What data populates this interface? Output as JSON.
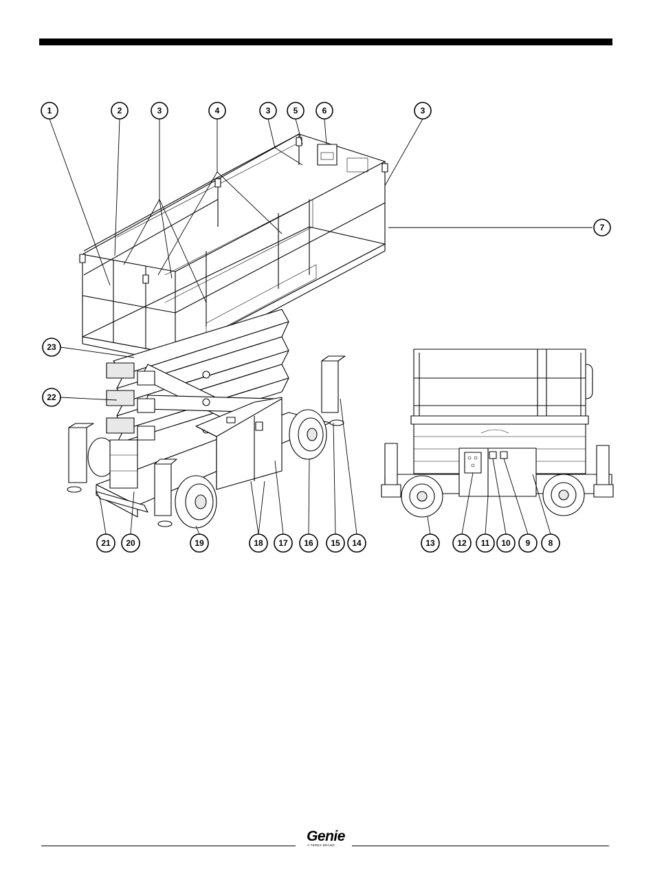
{
  "callouts": {
    "c1": "1",
    "c2": "2",
    "c3a": "3",
    "c4": "4",
    "c3b": "3",
    "c5": "5",
    "c6": "6",
    "c3c": "3",
    "c7": "7",
    "c23": "23",
    "c22": "22",
    "c21": "21",
    "c20": "20",
    "c19": "19",
    "c18": "18",
    "c17": "17",
    "c16": "16",
    "c15": "15",
    "c14": "14",
    "c13": "13",
    "c12": "12",
    "c11": "11",
    "c10": "10",
    "c9": "9",
    "c8": "8"
  },
  "footer": {
    "logo_text": "Genie",
    "logo_tagline": "A TEREX BRAND"
  }
}
